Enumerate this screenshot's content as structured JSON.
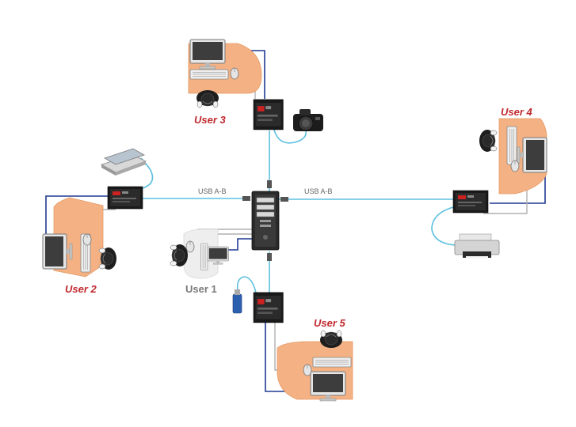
{
  "colors": {
    "desk": "#f4b183",
    "desk_edge": "#e39b66",
    "cable_usb": "#5bc0de",
    "cable_video": "#1f3a93",
    "cable_grey": "#b0b0b0",
    "extender_body": "#1a1a1a",
    "user_label": "#c0282d",
    "user1_label": "#7a7a7a",
    "cable_text": "#666666"
  },
  "labels": {
    "user1": "User 1",
    "user2": "User 2",
    "user3": "User 3",
    "user4": "User 4",
    "user5": "User 5",
    "cable_left": "USB A-B",
    "cable_right": "USB A-B"
  },
  "icons": [
    "computer-tower-icon",
    "monitor-icon",
    "keyboard-icon",
    "mouse-icon",
    "person-icon",
    "usb-extender-icon",
    "scanner-icon",
    "printer-icon",
    "camera-icon",
    "usb-flash-drive-icon"
  ]
}
